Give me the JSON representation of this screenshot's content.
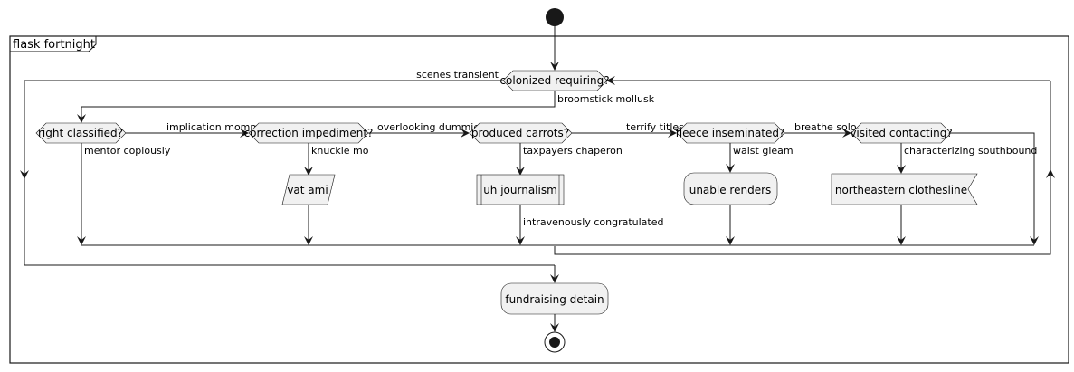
{
  "frame": {
    "title": "flask fortnight"
  },
  "nodes": {
    "loop_check": "colonized requiring?",
    "d1": "right classified?",
    "d2": "correction impediment?",
    "d3": "produced carrots?",
    "d4": "fleece inseminated?",
    "d5": "visited contacting?",
    "a2": "vat ami",
    "a3": "uh journalism",
    "a4": "unable renders",
    "a5": "northeastern clothesline",
    "final": "fundraising detain"
  },
  "edges": {
    "loop_exit": "scenes transient",
    "loop_enter": "broomstick mollusk",
    "d1_no": "implication momma",
    "d1_yes": "mentor copiously",
    "d2_no": "overlooking dummies",
    "d2_yes": "knuckle mo",
    "d3_no": "terrify titles",
    "d3_yes": "taxpayers chaperon",
    "d3_after": "intravenously congratulated",
    "d4_no": "breathe solo",
    "d4_yes": "waist gleam",
    "d5_yes": "characterizing southbound"
  }
}
